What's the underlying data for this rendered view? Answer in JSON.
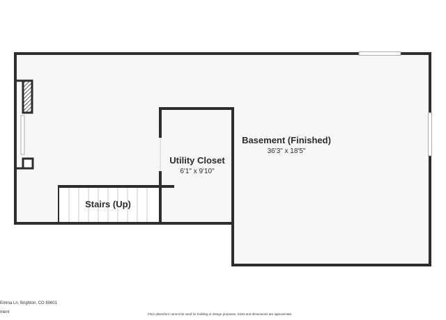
{
  "rooms": {
    "basement": {
      "name": "Basement (Finished)",
      "dimensions": "36'3\" x 18'5\""
    },
    "utility_closet": {
      "name": "Utility Closet",
      "dimensions": "6'1\" x 9'10\""
    },
    "stairs": {
      "name": "Stairs (Up)"
    }
  },
  "footer": {
    "address": "Emma Ln, Brighton, CO 80601",
    "level": "ment",
    "disclaimer": "Floor plans/tour cannot be used for building or design purposes. Sizes and dimensions are approximate."
  },
  "colors": {
    "wall": "#2d2d2d",
    "floor": "#f7f7f7",
    "window": "#ffffff"
  }
}
